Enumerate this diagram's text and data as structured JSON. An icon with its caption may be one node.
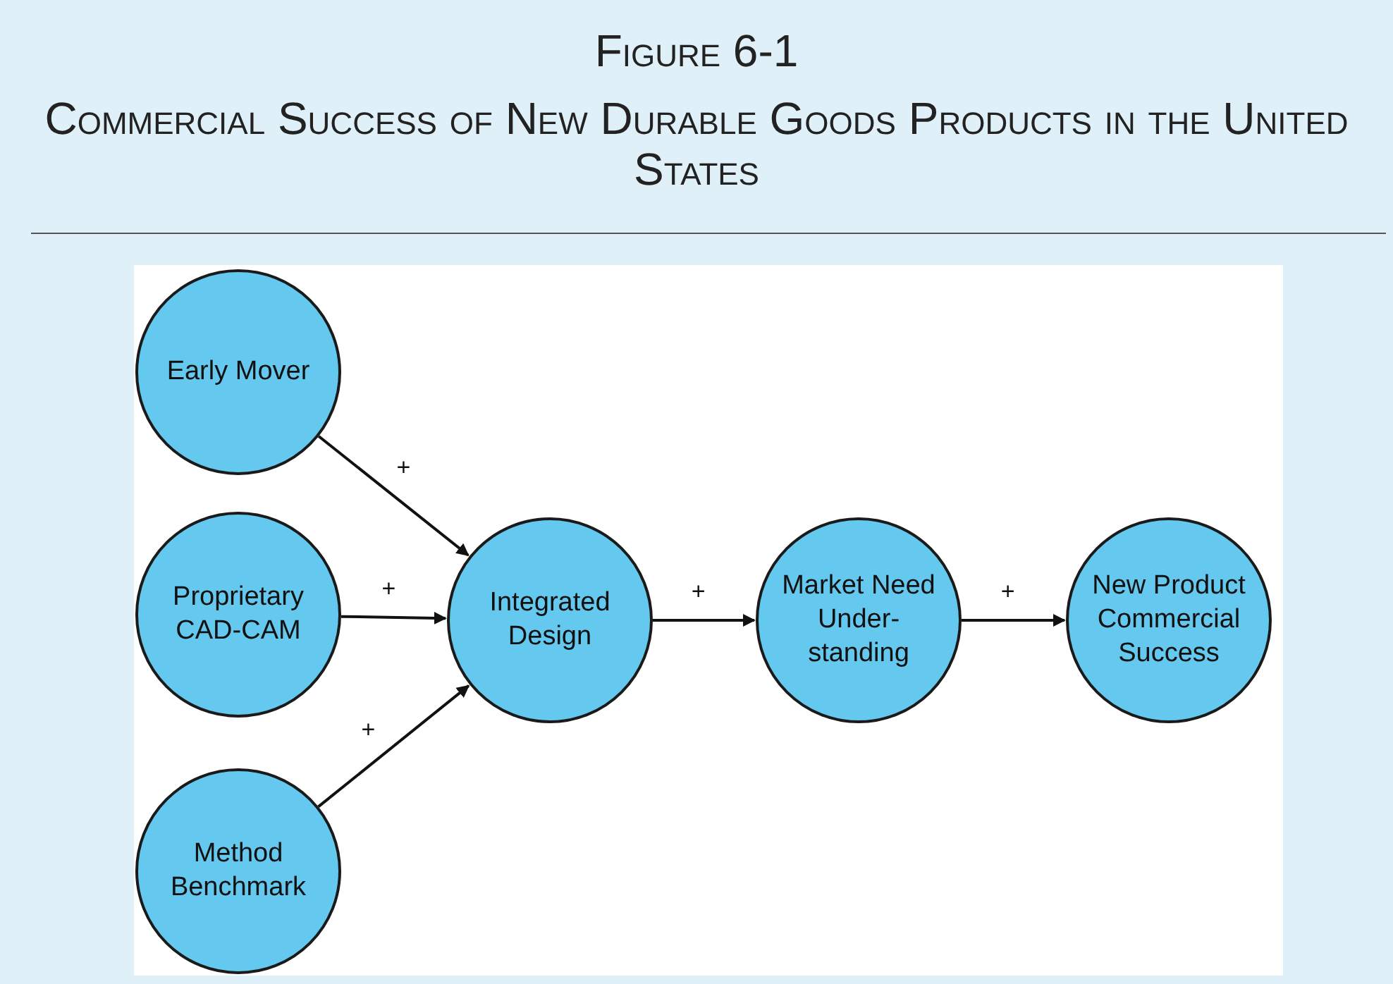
{
  "diagram": {
    "title": "Figure 6-1",
    "caption": "Commercial Success of New Durable Goods Products in the United States",
    "nodes": [
      {
        "text": [
          "Early Mover"
        ]
      },
      {
        "text": [
          "Proprietary CAD-CAM"
        ]
      },
      {
        "text": [
          "Method Benchmark"
        ]
      },
      {
        "text": [
          "Integrated Design"
        ]
      },
      {
        "text": [
          "Market Need Under-standing"
        ]
      },
      {
        "text": [
          "New Product Commercial Success"
        ]
      }
    ],
    "edges": [
      {
        "from": 0,
        "to": 3,
        "arrow": "to",
        "label": "+"
      },
      {
        "from": 1,
        "to": 3,
        "arrow": "to",
        "label": "+"
      },
      {
        "from": 2,
        "to": 3,
        "arrow": "to",
        "label": "+"
      },
      {
        "from": 3,
        "to": 4,
        "arrow": "to",
        "label": "+"
      },
      {
        "from": 4,
        "to": 5,
        "arrow": "to",
        "label": "+"
      }
    ]
  }
}
